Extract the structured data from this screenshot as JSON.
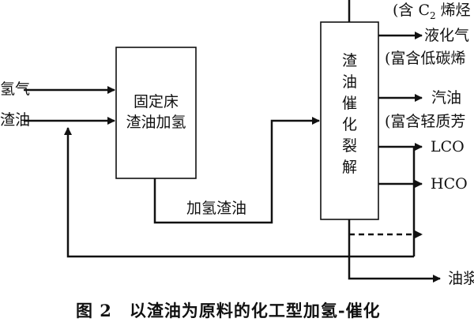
{
  "inputs": {
    "hydrogen": "氢气",
    "residue_oil": "渣油"
  },
  "fixed_bed_box": {
    "line1": "固定床",
    "line2": "渣油加氢"
  },
  "hydro_residue_label": "加氢渣油",
  "catcrack_box": [
    "渣",
    "油",
    "催",
    "化",
    "裂",
    "解"
  ],
  "outputs": {
    "top_note": "(含 C",
    "top_note_sub": "2",
    "top_note_tail": " 烯烃",
    "lpg": "液化气",
    "lpg_note": "(富含低碳烯",
    "gasoline": "汽油",
    "gasoline_note": "(富含轻质芳",
    "lco": "LCO",
    "hco": "HCO",
    "slurry": "油浆"
  },
  "caption": "图 2　以渣油为原料的化工型加氢-催化"
}
